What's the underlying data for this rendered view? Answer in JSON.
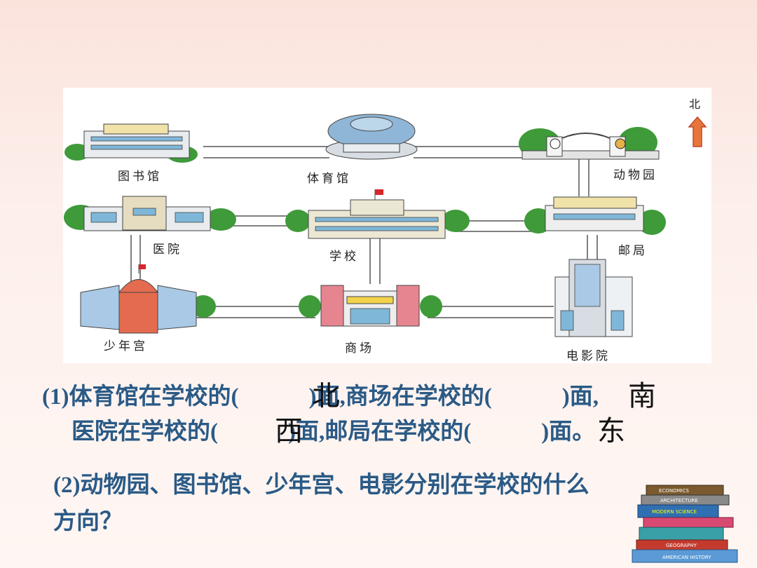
{
  "map": {
    "north_label": "北",
    "places": {
      "library": "图书馆",
      "gym": "体育馆",
      "zoo": "动物园",
      "hospital": "医院",
      "school": "学校",
      "post_office": "邮局",
      "youth_palace": "少年宫",
      "mall": "商场",
      "cinema": "电影院"
    }
  },
  "question1": {
    "line1": {
      "p1": "(1)体育馆在学校的(",
      "a1": "北",
      "p2": ")面,商场在学校的(",
      "a2": "南",
      "p3": ")面,"
    },
    "line2": {
      "p1": "医院在学校的(",
      "a1": "西",
      "p2": ")面,邮局在学校的(",
      "a2": "东",
      "p3": ")面。"
    }
  },
  "question2": {
    "line1": "(2)动物园、图书馆、少年宫、电影分别在学校的什么",
    "line2": "方向？"
  },
  "books": {
    "spines": [
      "ECONOMICS",
      "ARCHITECTURE",
      "MODERN SCIENCE",
      "",
      "GEOGRAPHY",
      "AMERICAN HISTORY"
    ]
  }
}
